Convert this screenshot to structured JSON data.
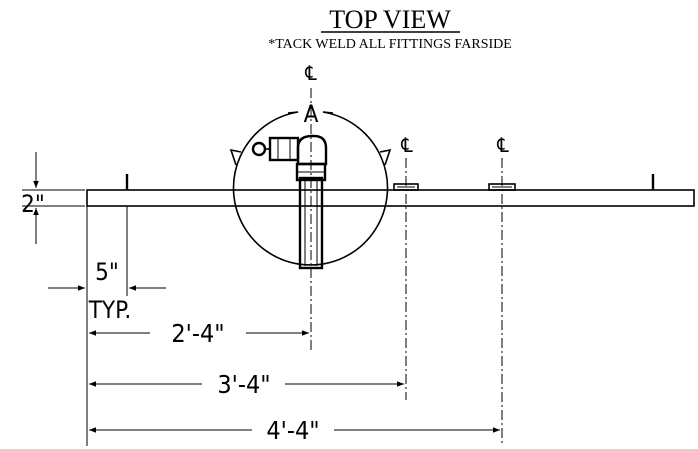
{
  "title": "TOP VIEW",
  "note": "*TACK WELD ALL FITTINGS FARSIDE",
  "centerline_symbol": "℄",
  "detail_label": "A",
  "dimensions": {
    "thickness": "2\"",
    "offset": "5\"",
    "offset_note": "TYP.",
    "to_first_center": "2'-4\"",
    "to_second_center": "3'-4\"",
    "to_third_center": "4'-4\""
  }
}
